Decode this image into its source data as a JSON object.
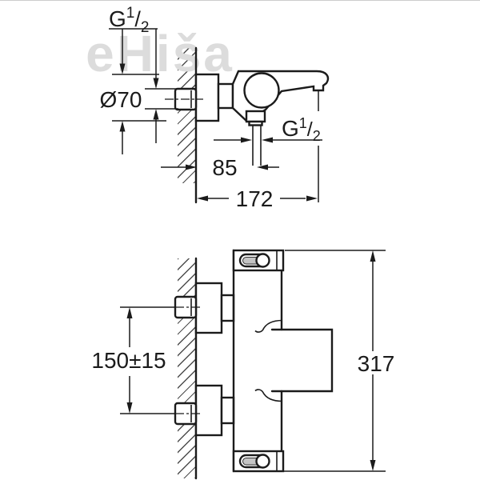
{
  "drawing": {
    "watermark": "eHiša",
    "side_view": {
      "wall_thread_label": {
        "letter": "G",
        "numerator": "1",
        "slash": "/",
        "denominator": "2"
      },
      "escutcheon_diameter": "Ø70",
      "shower_outlet_thread_label": {
        "letter": "G",
        "numerator": "1",
        "slash": "/",
        "denominator": "2"
      },
      "wall_to_outlet_mm": "85",
      "wall_to_spout_tip_mm": "172"
    },
    "front_view": {
      "connection_spacing_mm": "150±15",
      "overall_height_mm": "317"
    }
  }
}
